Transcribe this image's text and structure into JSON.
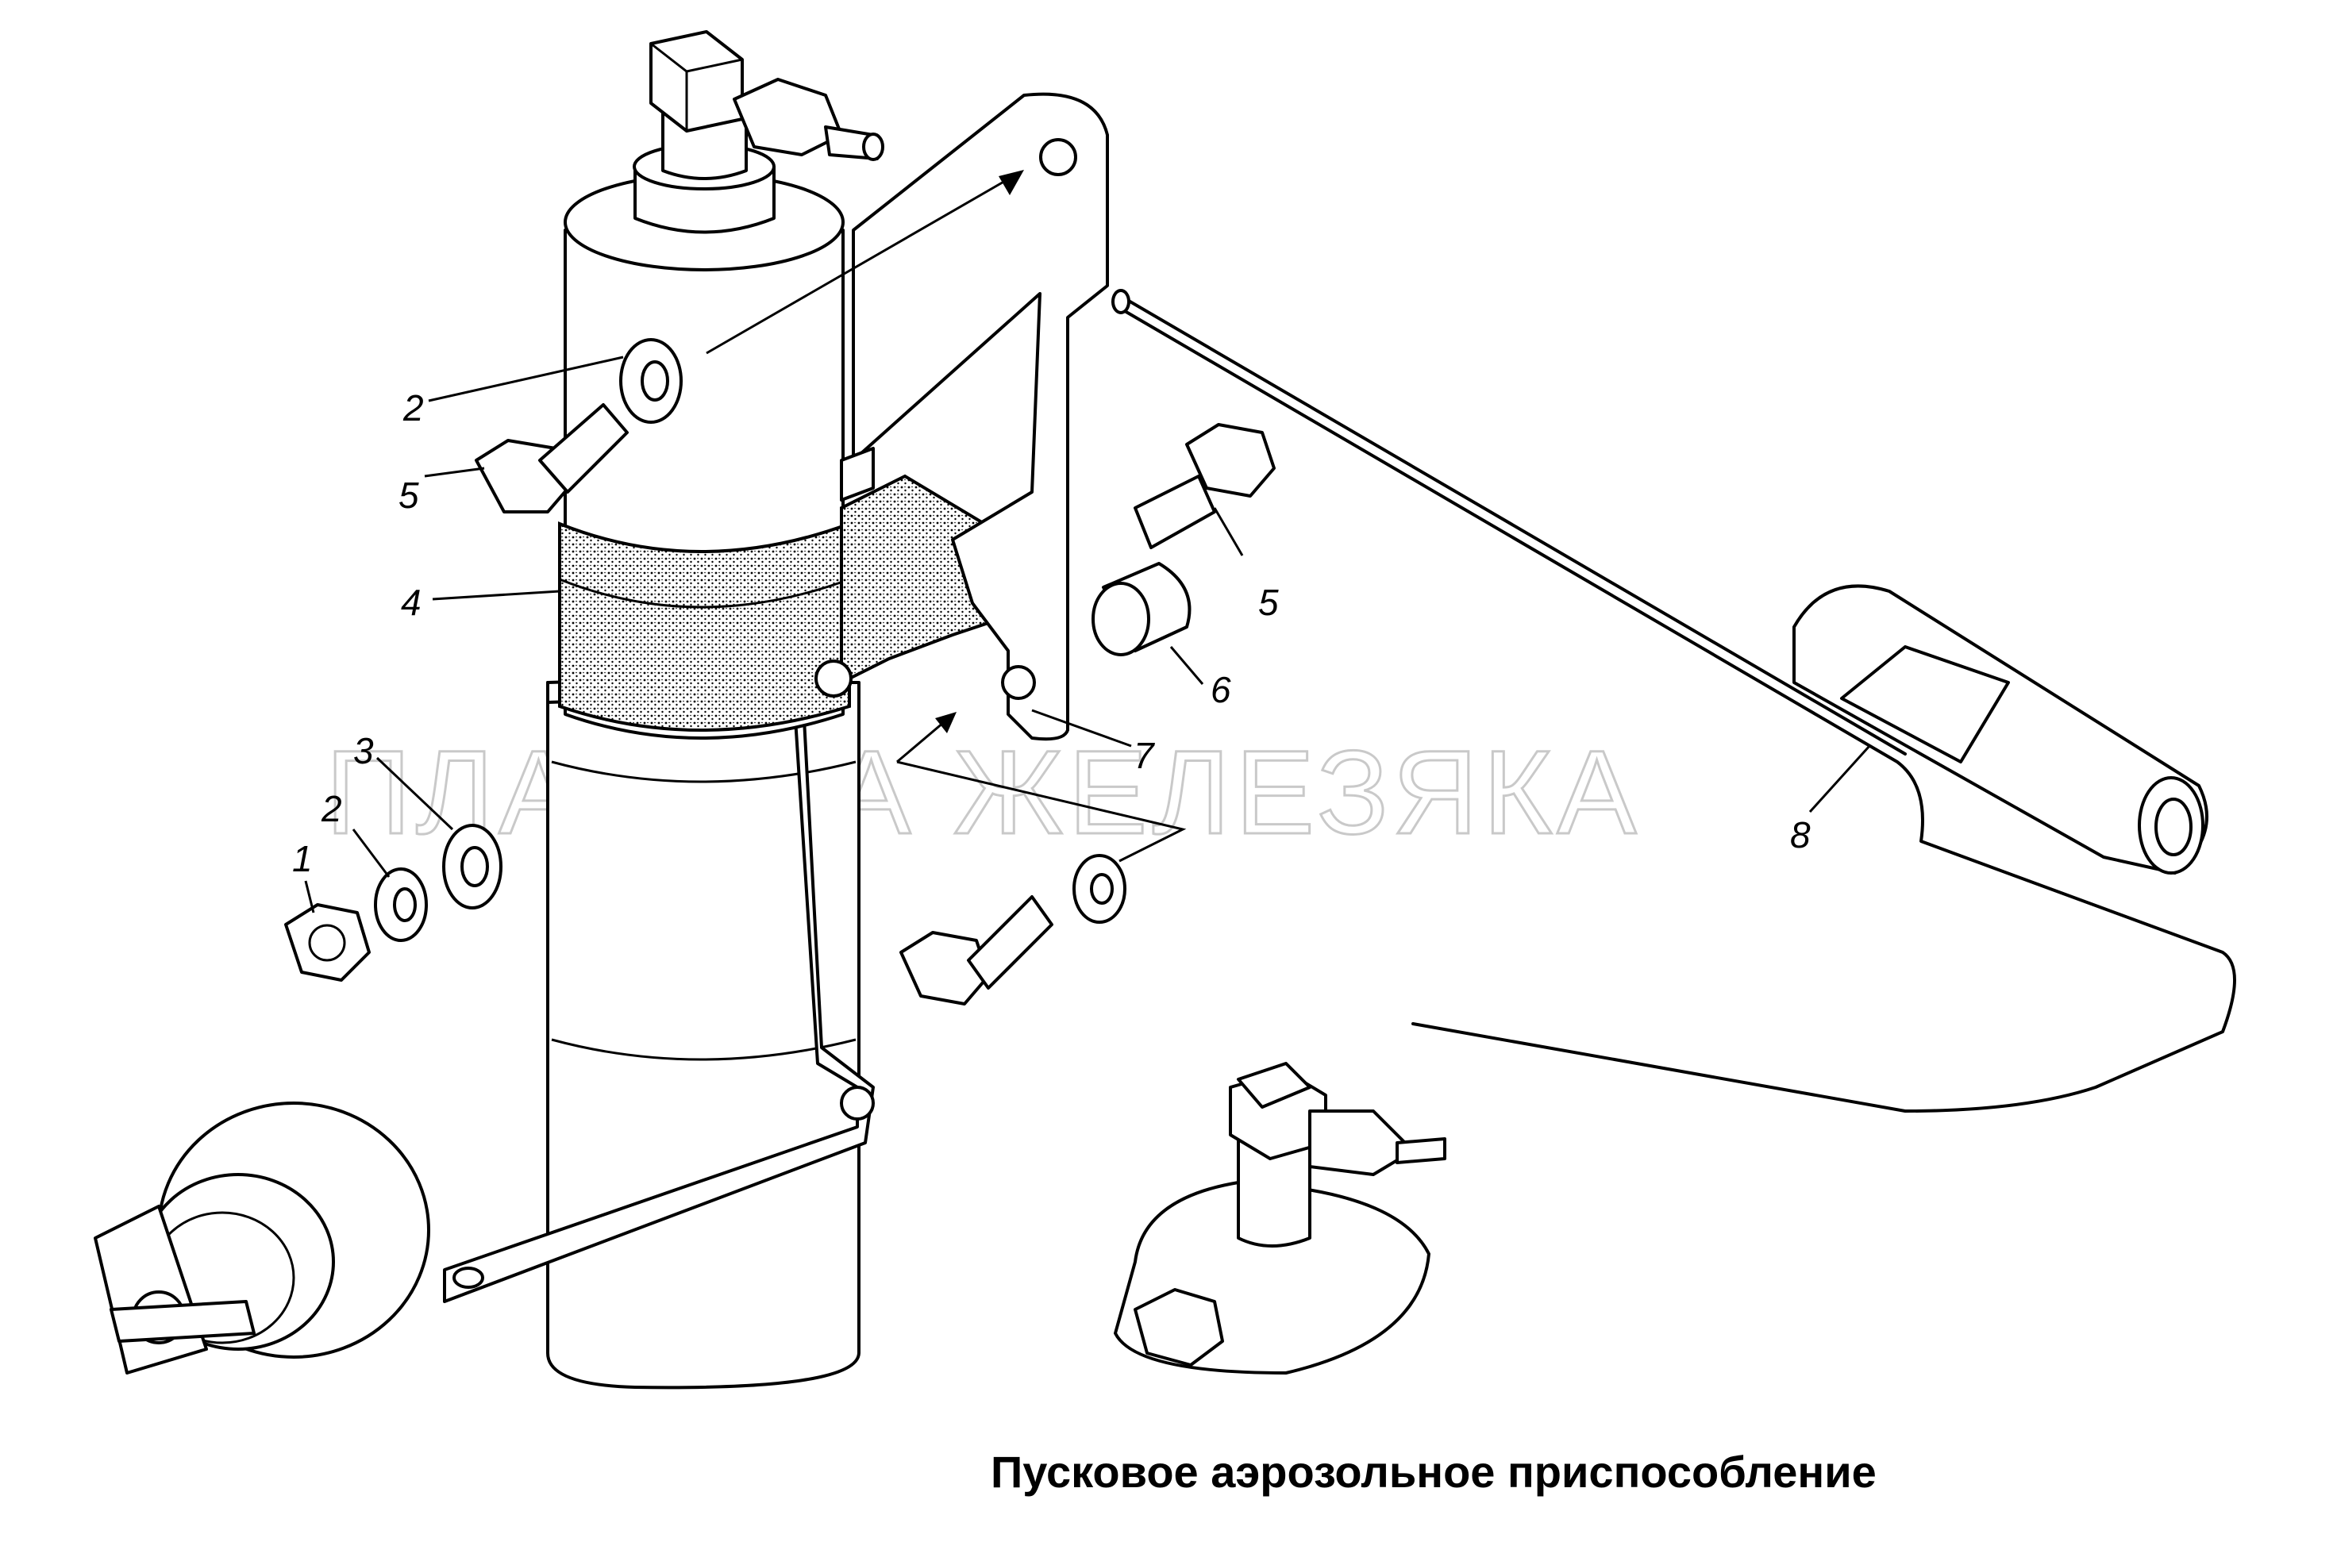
{
  "caption": "Пусковое аэрозольное приспособление",
  "watermark": "ПЛАНЕТА ЖЕЛЕЗЯКА",
  "callouts": {
    "c1": "1",
    "c2a": "2",
    "c2b": "2",
    "c3": "3",
    "c4": "4",
    "c5a": "5",
    "c5b": "5",
    "c6": "6",
    "c7": "7",
    "c8": "8"
  }
}
